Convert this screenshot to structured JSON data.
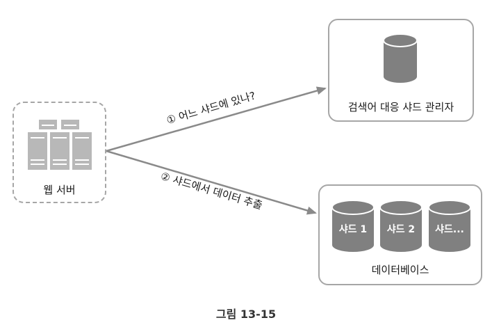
{
  "web_server": {
    "label": "웹 서버"
  },
  "shard_manager": {
    "label": "검색어 대응 샤드 관리자"
  },
  "database": {
    "label": "데이터베이스",
    "shards": [
      "샤드 1",
      "샤드 2",
      "샤드..."
    ]
  },
  "arrows": {
    "query": "① 어느 샤드에 있나?",
    "fetch": "② 샤드에서 데이터 추출"
  },
  "caption": "그림 13-15",
  "colors": {
    "box_border": "#a6a6a6",
    "cylinder": "#808080",
    "arrow": "#8a8a8a",
    "server": "#b8b8b8"
  }
}
